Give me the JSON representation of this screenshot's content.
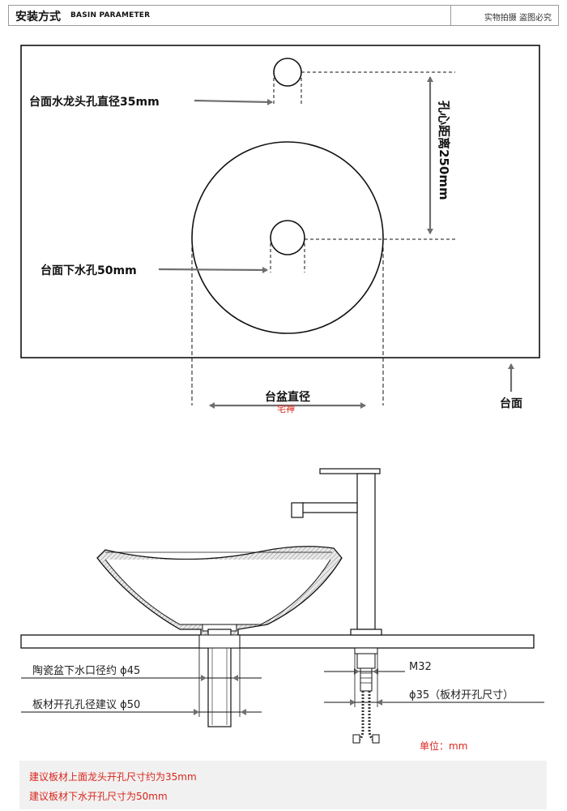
{
  "header": {
    "title_cn": "安装方式",
    "title_en": "BASIN PARAMETER",
    "notice": "实物拍摄 盗图必究"
  },
  "top_diagram": {
    "faucet_hole_label": "台面水龙头孔直径35mm",
    "center_distance_label": "孔心距离250mm",
    "drain_hole_label": "台面下水孔50mm",
    "basin_diameter_label": "台盆直径",
    "countertop_label": "台面",
    "watermark": "宅神"
  },
  "bottom_diagram": {
    "basin_drain_label": "陶瓷盆下水口径约 ϕ45",
    "board_hole_label": "板材开孔孔径建议 ϕ50",
    "thread_label": "M32",
    "faucet_hole_label": "ϕ35（板材开孔尺寸）",
    "unit_label": "单位：mm"
  },
  "footer": {
    "line1": "建议板材上面龙头开孔尺寸约为35mm",
    "line2": "建议板材下水开孔尺寸为50mm"
  },
  "colors": {
    "note_red": "#d8261c",
    "arrow_gray": "#6e6e6e",
    "footer_bg": "#f1f1f1"
  }
}
